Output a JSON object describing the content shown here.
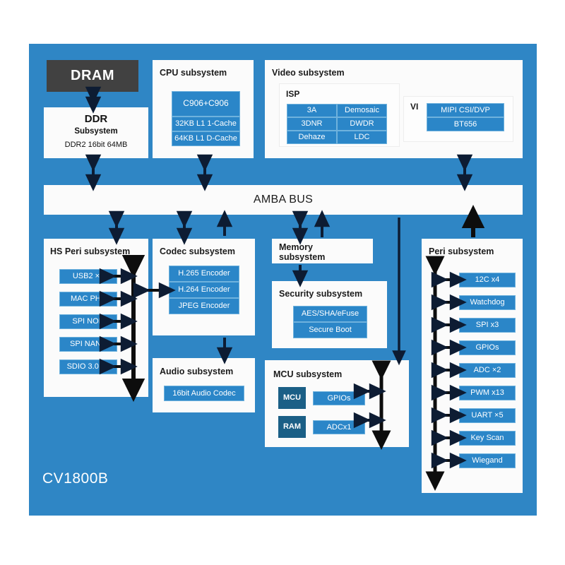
{
  "chip": {
    "label": "CV1800B",
    "panel_color": "#2f86c5",
    "block_color": "#2b86c8",
    "block_dark_color": "#1b5f86",
    "dram_color": "#414141",
    "box_color": "#fbfbfb"
  },
  "bus": {
    "label": "AMBA BUS"
  },
  "dram": {
    "label": "DRAM"
  },
  "ddr": {
    "title": "DDR",
    "subtitle": "Subsystem",
    "spec": "DDR2 16bit 64MB"
  },
  "cpu_subsystem": {
    "title": "CPU subsystem",
    "blocks": [
      {
        "label": "C906+C906"
      },
      {
        "label": "32KB L1 1-Cache"
      },
      {
        "label": "64KB L1 D-Cache"
      }
    ]
  },
  "video_subsystem": {
    "title": "Video subsystem",
    "isp": {
      "title": "ISP",
      "blocks": [
        {
          "label": "3A"
        },
        {
          "label": "Demosaic"
        },
        {
          "label": "3DNR"
        },
        {
          "label": "DWDR"
        },
        {
          "label": "Dehaze"
        },
        {
          "label": "LDC"
        }
      ]
    },
    "vi": {
      "title": "VI",
      "blocks": [
        {
          "label": "MIPI CSI/DVP"
        },
        {
          "label": "BT656"
        }
      ]
    }
  },
  "hs_peri_subsystem": {
    "title": "HS Peri subsystem",
    "blocks": [
      {
        "label": "USB2 ×1"
      },
      {
        "label": "MAC PHY"
      },
      {
        "label": "SPI NOR"
      },
      {
        "label": "SPI NAND"
      },
      {
        "label": "SDIO 3.0 ×2"
      }
    ]
  },
  "codec_subsystem": {
    "title": "Codec subsystem",
    "blocks": [
      {
        "label": "H.265 Encoder"
      },
      {
        "label": "H.264 Encoder"
      },
      {
        "label": "JPEG Encoder"
      }
    ]
  },
  "audio_subsystem": {
    "title": "Audio subsystem",
    "blocks": [
      {
        "label": "16bit Audio Codec"
      }
    ]
  },
  "memory_subsystem": {
    "title": "Memory\nsubsystem"
  },
  "security_subsystem": {
    "title": "Security subsystem",
    "blocks": [
      {
        "label": "AES/SHA/eFuse"
      },
      {
        "label": "Secure Boot"
      }
    ]
  },
  "mcu_subsystem": {
    "title": "MCU subsystem",
    "blocks": [
      {
        "label": "MCU"
      },
      {
        "label": "GPIOs"
      },
      {
        "label": "RAM"
      },
      {
        "label": "ADCx1"
      }
    ]
  },
  "peri_subsystem": {
    "title": "Peri subsystem",
    "blocks": [
      {
        "label": "12C x4"
      },
      {
        "label": "Watchdog"
      },
      {
        "label": "SPI x3"
      },
      {
        "label": "GPIOs"
      },
      {
        "label": "ADC ×2"
      },
      {
        "label": "PWM x13"
      },
      {
        "label": "UART ×5"
      },
      {
        "label": "Key Scan"
      },
      {
        "label": "Wiegand"
      }
    ]
  }
}
